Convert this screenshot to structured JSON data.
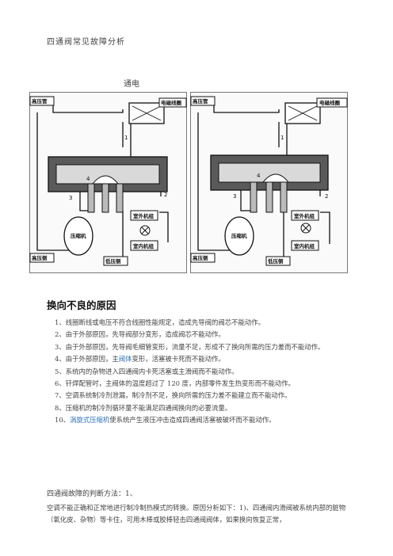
{
  "header": {
    "title": "四通阀常见故障分析"
  },
  "diagram": {
    "caption": "通电",
    "left": {
      "labels": {
        "high_pipe": "高压管",
        "coil": "电磁线圈",
        "outdoor": "室外机组",
        "indoor": "室内机组",
        "compressor": "压缩机",
        "high_side": "高压侧",
        "low_side": "低压侧"
      },
      "numbers": [
        "1",
        "2",
        "3",
        "4"
      ]
    },
    "right": {
      "labels": {
        "high_pipe": "高压管",
        "coil": "电磁线圈",
        "outdoor": "室外机组",
        "indoor": "室内机组",
        "compressor": "压缩机",
        "high_side": "高压侧",
        "low_side": "低压侧"
      },
      "numbers": [
        "1",
        "2",
        "3",
        "4"
      ]
    }
  },
  "section": {
    "heading": "换向不良的原因",
    "items": [
      {
        "text": "1、线圈断线或电压不符合线圈性能规定，造成先导阀的阀芯不能动作。"
      },
      {
        "text": "2、由于外部原因，先导阀部分变形，造成阀芯不能动作。"
      },
      {
        "text": "3、由于外部原因，先导阀毛细管变形，流量不足，形成不了换向所需的压力差而不能动作。"
      },
      {
        "pre": "4、由于外部原因，主",
        "link": "阀体",
        "post": "变形，活塞被卡死而不能动作。"
      },
      {
        "text": "5、系统内的杂物进入四通阀内卡死活塞或主滑阀而不能动作。"
      },
      {
        "text": "6、钎焊配管时，主阀体的温度超过了 120 度，内部零件发生热变形而不能动作。"
      },
      {
        "text": "7、空调系统制冷剂泄漏，制冷剂不足，换向所需的压力差不能建立而不能动作。"
      },
      {
        "text": "8、压缩机的制冷剂循环量不能满足四通阀换向的必要流量。"
      },
      {
        "pre": "10、",
        "link": "涡旋式压缩机",
        "post": "使系统产生液压冲击造成四通阀活塞被破坏而不能动作。"
      }
    ]
  },
  "diagnosis": {
    "title": "四通阀故障的判断方法：1、",
    "body": "空调不能正确和正常地进行制冷制热模式的转换。原因分析如下：1)、四通阀内滑阀被系统内部的脏物（氧化皮、杂物）等卡住，可用木棒或胶棒轻击四通阀阀体，如果换向恢复正常，"
  }
}
